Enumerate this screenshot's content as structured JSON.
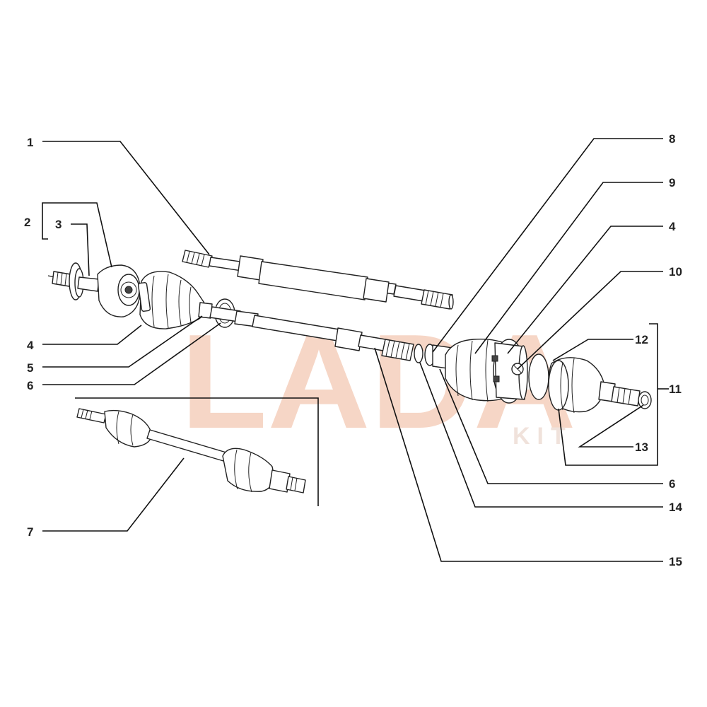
{
  "watermark": {
    "brand": "LADA",
    "sub": "KIT",
    "color": "#f4c9b3"
  },
  "callouts": [
    "1",
    "2",
    "3",
    "4",
    "5",
    "6",
    "7",
    "8",
    "9",
    "4",
    "10",
    "12",
    "11",
    "13",
    "6",
    "14",
    "15"
  ],
  "colors": {
    "line": "#111111",
    "label": "#222222"
  }
}
